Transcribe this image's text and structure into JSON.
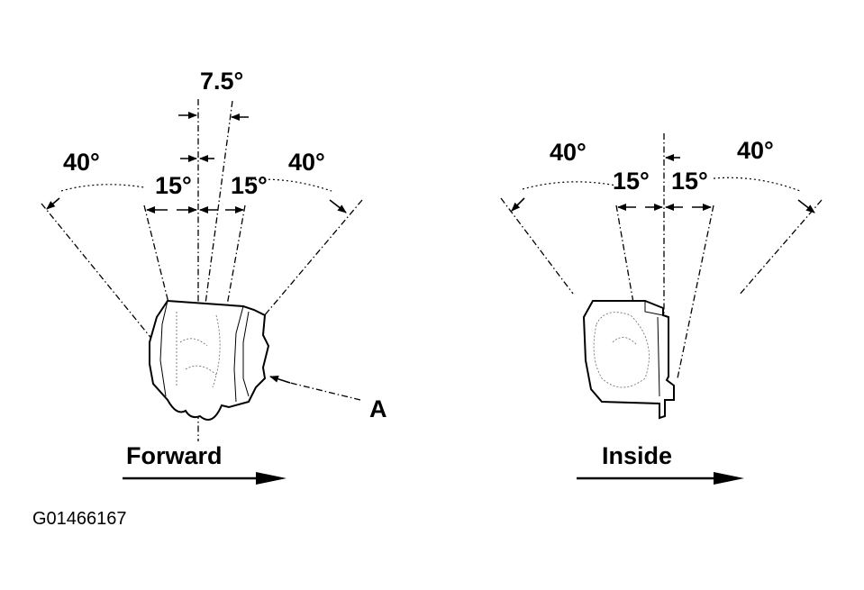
{
  "left_view": {
    "angle_7_5": "7.5°",
    "angle_40_left": "40°",
    "angle_15_left": "15°",
    "angle_15_right": "15°",
    "angle_40_right": "40°",
    "callout": "A",
    "direction": "Forward"
  },
  "right_view": {
    "angle_40_left": "40°",
    "angle_15_left": "15°",
    "angle_15_right": "15°",
    "angle_40_right": "40°",
    "direction": "Inside"
  },
  "figure_id": "G01466167"
}
